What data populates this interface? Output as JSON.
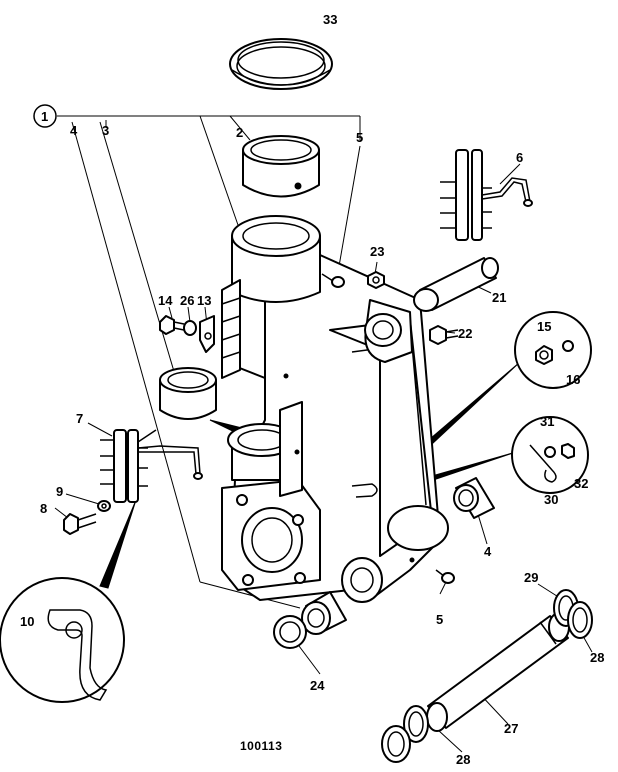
{
  "figure_number": "100113",
  "callouts": {
    "c1": "1",
    "c2": "2",
    "c3": "3",
    "c4": "4",
    "c5": "5",
    "c6": "6",
    "c7": "7",
    "c8": "8",
    "c9": "9",
    "c10": "10",
    "c13": "13",
    "c14": "14",
    "c15": "15",
    "c16": "16",
    "c21": "21",
    "c22": "22",
    "c23": "23",
    "c24": "24",
    "c26": "26",
    "c27": "27",
    "c28": "28",
    "c29": "29",
    "c30": "30",
    "c31": "31",
    "c32": "32",
    "c33": "33"
  }
}
